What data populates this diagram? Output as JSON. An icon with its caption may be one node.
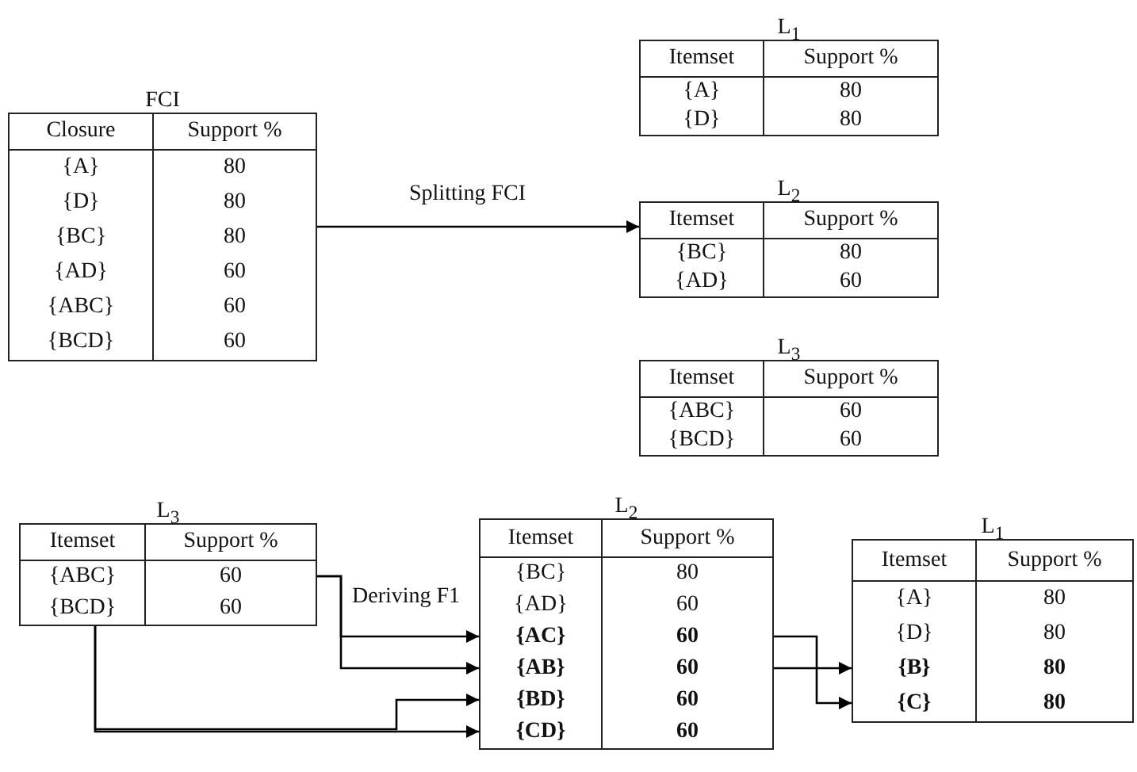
{
  "diagram": {
    "nodes": [
      {
        "text": [
          "FCI",
          "Closure",
          "Support %"
        ]
      },
      {
        "text": [
          "{A}",
          "80"
        ],
        "in": 0
      },
      {
        "text": [
          "{D}",
          "80"
        ],
        "in": 0
      },
      {
        "text": [
          "{BC}",
          "80"
        ],
        "in": 0
      },
      {
        "text": [
          "{AD}",
          "60"
        ],
        "in": 0
      },
      {
        "text": [
          "{ABC}",
          "60"
        ],
        "in": 0
      },
      {
        "text": [
          "{BCD}",
          "60"
        ],
        "in": 0
      },
      {
        "text": [
          "L$_{1}$",
          "Itemset",
          "Support %"
        ]
      },
      {
        "text": [
          "{A}",
          "80"
        ],
        "in": 7
      },
      {
        "text": [
          "{D}",
          "80"
        ],
        "in": 7
      },
      {
        "text": [
          "L$_{2}$",
          "Itemset",
          "Support %"
        ]
      },
      {
        "text": [
          "{BC}",
          "80"
        ],
        "in": 10
      },
      {
        "text": [
          "{AD}",
          "60"
        ],
        "in": 10
      },
      {
        "text": [
          "L$_{3}$",
          "Itemset",
          "Support %"
        ]
      },
      {
        "text": [
          "{ABC}",
          "60"
        ],
        "in": 13
      },
      {
        "text": [
          "{BCD}",
          "60"
        ],
        "in": 13
      },
      {
        "text": [
          "L$_{3}$",
          "Itemset",
          "Support %"
        ]
      },
      {
        "text": [
          "{ABC}",
          "60"
        ],
        "in": 16
      },
      {
        "text": [
          "{BCD}",
          "60"
        ],
        "in": 16
      },
      {
        "text": [
          "L$_{2}$",
          "Itemset",
          "Support %"
        ]
      },
      {
        "text": [
          "{BC}",
          "80"
        ],
        "in": 19
      },
      {
        "text": [
          "{AD}",
          "60"
        ],
        "in": 19
      },
      {
        "text": [
          "{AC}",
          "60"
        ],
        "in": 19
      },
      {
        "text": [
          "{AB}",
          "60"
        ],
        "in": 19
      },
      {
        "text": [
          "{BD}",
          "60"
        ],
        "in": 19
      },
      {
        "text": [
          "{CD}",
          "60"
        ],
        "in": 19
      },
      {
        "text": [
          "L$_{1}$",
          "Itemset",
          "Support %"
        ]
      },
      {
        "text": [
          "{A}",
          "80"
        ],
        "in": 26
      },
      {
        "text": [
          "{D}",
          "80"
        ],
        "in": 26
      },
      {
        "text": [
          "{B}",
          "80"
        ],
        "in": 26
      },
      {
        "text": [
          "{C}",
          "80"
        ],
        "in": 26
      }
    ],
    "edges": [
      {
        "from": 0,
        "to": 10,
        "arrow": "to",
        "label": "Splitting FCI"
      },
      {
        "from": 17,
        "to": 22,
        "arrow": "to"
      },
      {
        "from": 17,
        "to": 23,
        "arrow": "to"
      },
      {
        "from": 18,
        "to": 24,
        "arrow": "to"
      },
      {
        "from": 18,
        "to": 25,
        "arrow": "to"
      },
      {
        "from": 22,
        "to": 30,
        "arrow": "to"
      },
      {
        "from": 23,
        "to": 29,
        "arrow": "to"
      }
    ],
    "labels": [
      "Deriving F1"
    ]
  }
}
